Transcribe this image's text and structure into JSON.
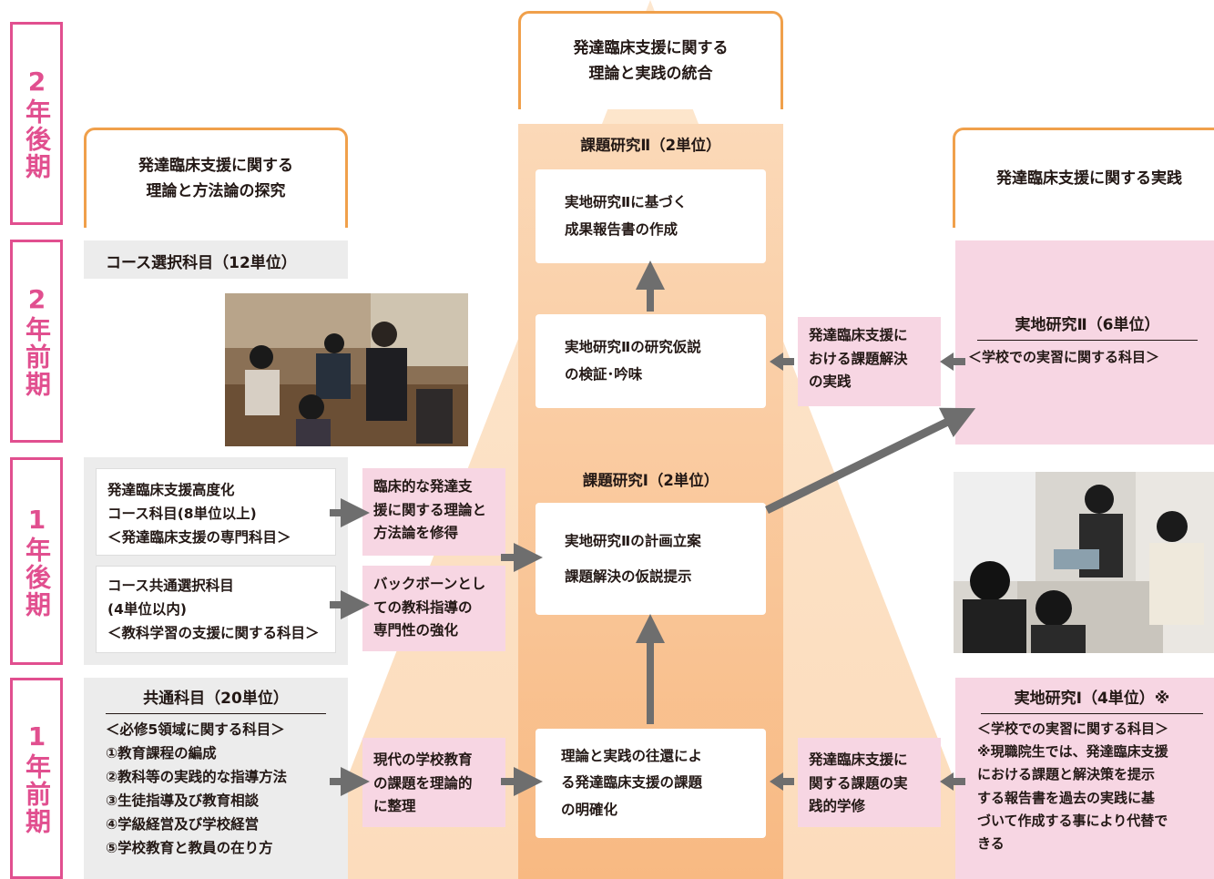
{
  "phases": {
    "y2_late": "2年後期",
    "y2_early": "2年前期",
    "y1_late": "1年後期",
    "y1_early": "1年前期"
  },
  "headers": {
    "center": "発達臨床支援に関する\n理論と実践の統合",
    "left": "発達臨床支援に関する\n理論と方法論の探究",
    "right": "発達臨床支援に関する実践"
  },
  "left": {
    "course_select": "コース選択科目（12単位）",
    "advanced": "発達臨床支援高度化\nコース科目(8単位以上)\n＜発達臨床支援の専門科目＞",
    "common_select": "コース共通選択科目\n(4単位以内)\n＜教科学習の支援に関する科目＞",
    "common_title": "共通科目（20単位）",
    "common_items": "＜必修5領域に関する科目＞\n①教育課程の編成\n②教科等の実践的な指導方法\n③生徒指導及び教育相談\n④学級経営及び学校経営\n⑤学校教育と教員の在り方"
  },
  "mid_left": {
    "theory": "臨床的な発達支\n援に関する理論と\n方法論を修得",
    "backbone": "バックボーンとし\nての教科指導の\n専門性の強化",
    "modern": "現代の学校教育\nの課題を理論的\nに整理"
  },
  "center": {
    "research2_title": "課題研究Ⅱ（2単位）",
    "report": "実地研究Ⅱに基づく\n成果報告書の作成",
    "verify": "実地研究Ⅱの研究仮説\nの検証･吟味",
    "research1_title": "課題研究Ⅰ（2単位）",
    "plan": "実地研究Ⅱの計画立案\n課題解決の仮説提示",
    "clarify": "理論と実践の往還によ\nる発達臨床支援の課題\nの明確化"
  },
  "mid_right": {
    "practice": "発達臨床支援に\nおける課題解決\nの実践",
    "study": "発達臨床支援に\n関する課題の実\n践的学修"
  },
  "right": {
    "field2_title": "実地研究Ⅱ（6単位）",
    "field2_desc": "＜学校での実習に関する科目＞",
    "field1_title": "実地研究Ⅰ（4単位）※",
    "field1_desc": "＜学校での実習に関する科目＞\n※現職院生では、発達臨床支援\nにおける課題と解決策を提示\nする報告書を過去の実践に基\nづいて作成する事により代替で\nきる"
  },
  "colors": {
    "phase_pink": "#e14f8f",
    "header_orange": "#f0a04b",
    "box_pink": "#f7d6e3",
    "arrow_gray": "#6e6e6e"
  }
}
